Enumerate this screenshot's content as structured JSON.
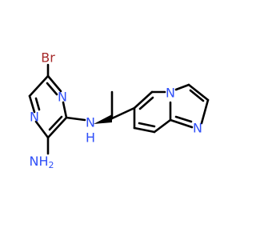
{
  "colors": {
    "background": "#ffffff",
    "bond": "#000000",
    "nitrogen": "#3050f8",
    "bromine": "#a62929"
  },
  "atoms": {
    "bromine": "Br",
    "pyrazine_n_top": "N",
    "pyrazine_n_bottom": "N",
    "amine_nh": "N",
    "amine_nh_h": "H",
    "amino_nh2": "NH",
    "amino_nh2_sub": "2",
    "imidazo_bridge_n": "N",
    "imidazo_n": "N"
  }
}
